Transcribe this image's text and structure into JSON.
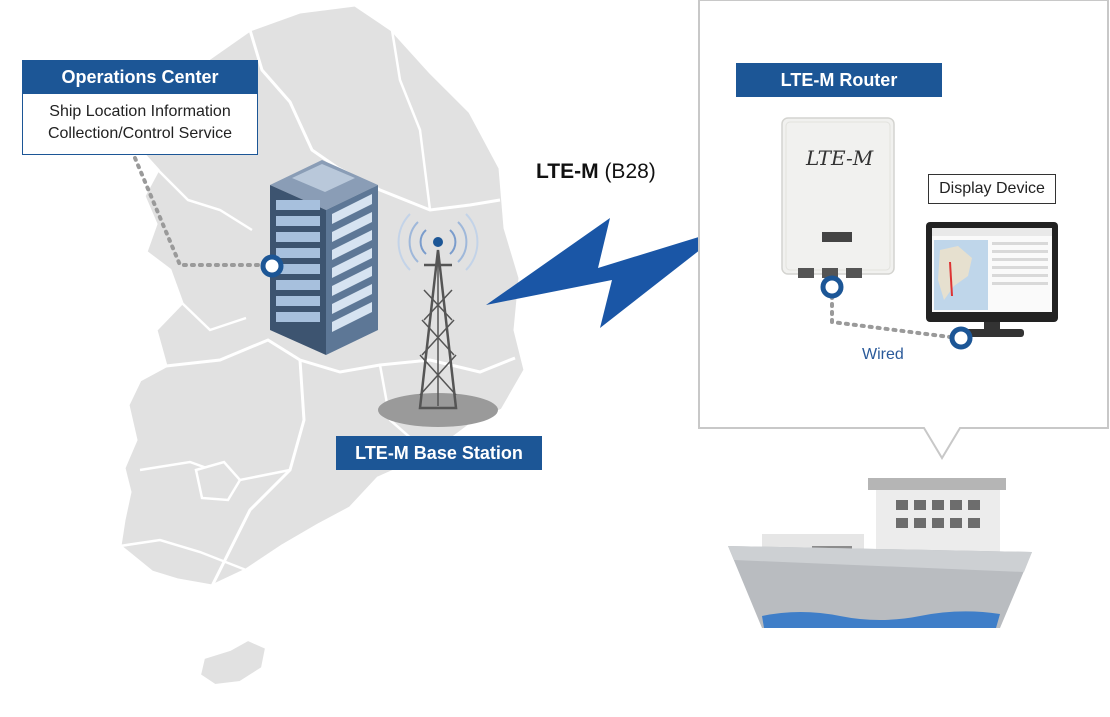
{
  "operations_center": {
    "title": "Operations Center",
    "description_line1": "Ship Location Information",
    "description_line2": "Collection/Control Service"
  },
  "base_station": {
    "label": "LTE-M Base Station"
  },
  "link": {
    "name": "LTE-M",
    "band": "(B28)"
  },
  "router": {
    "label": "LTE-M Router",
    "device_text": "LTE-M"
  },
  "display_device": {
    "label": "Display Device"
  },
  "connection": {
    "label": "Wired"
  },
  "colors": {
    "brand_blue": "#1c5696",
    "map_gray": "#e1e1e1",
    "map_border": "#ffffff",
    "lightning_blue": "#1a56a6",
    "ship_hull": "#b9bcc0",
    "water_blue": "#3f7ec8"
  },
  "icons": [
    "server-rack-icon",
    "signal-tower-icon",
    "lightning-bolt-icon",
    "router-icon",
    "monitor-icon",
    "ship-icon",
    "connection-dot-icon"
  ]
}
